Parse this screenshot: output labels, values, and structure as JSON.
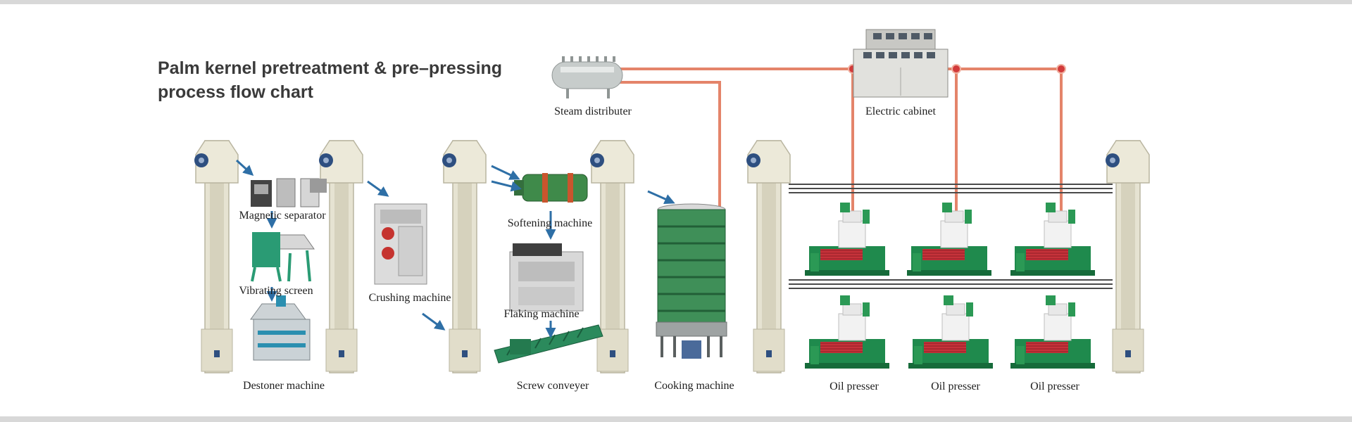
{
  "title": "Palm kernel pretreatment & pre–pressing process flow chart",
  "labels": {
    "steam_distributer": "Steam distributer",
    "electric_cabinet": "Electric cabinet",
    "magnetic_separator": "Magnetic separator",
    "vibrating_screen": "Vibrating screen",
    "destoner_machine": "Destoner machine",
    "crushing_machine": "Crushing machine",
    "softening_machine": "Softening machine",
    "flaking_machine": "Flaking machine",
    "screw_conveyer": "Screw conveyer",
    "cooking_machine": "Cooking machine",
    "oil_presser": "Oil presser"
  },
  "colors": {
    "pipe": "#e4846a",
    "pipe_node": "#d23a3a",
    "arrow": "#2e6fa6",
    "elevator": "#e6e3d2",
    "machine_green": "#1f8a4d",
    "steel": "#b9bcbc"
  }
}
